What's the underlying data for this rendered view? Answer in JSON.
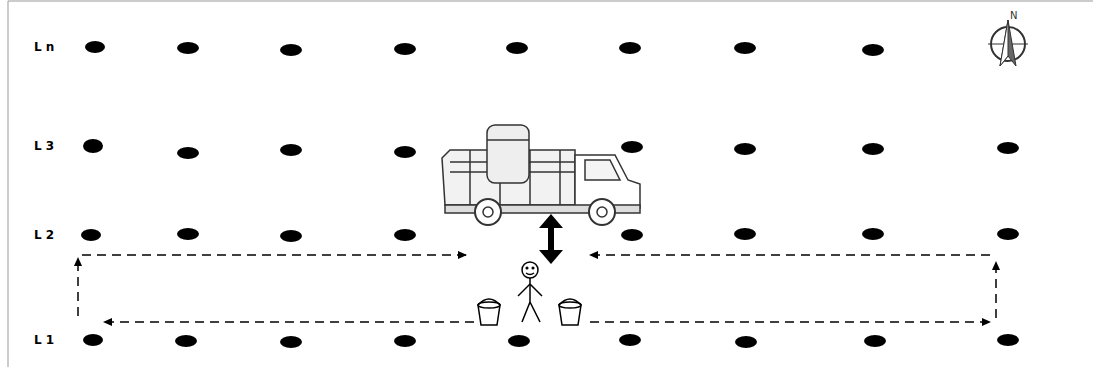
{
  "diagram": {
    "labels": [
      "Ln",
      "L3",
      "L2",
      "L1",
      "N"
    ]
  }
}
